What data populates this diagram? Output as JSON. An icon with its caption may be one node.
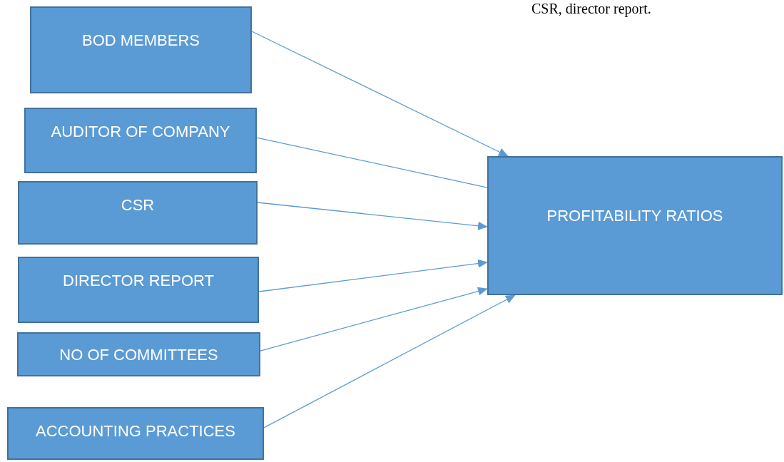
{
  "diagram": {
    "nodes": [
      {
        "text": [
          "BOD MEMBERS"
        ]
      },
      {
        "text": [
          "AUDITOR OF COMPANY"
        ]
      },
      {
        "text": [
          "CSR"
        ]
      },
      {
        "text": [
          "DIRECTOR REPORT"
        ]
      },
      {
        "text": [
          "NO OF COMMITTEES"
        ]
      },
      {
        "text": [
          "ACCOUNTING PRACTICES"
        ]
      },
      {
        "text": [
          "PROFITABILITY RATIOS"
        ]
      }
    ],
    "edges": [
      {
        "from": 0,
        "to": 6,
        "arrow": "to"
      },
      {
        "from": 1,
        "to": 6,
        "arrow": "none"
      },
      {
        "from": 2,
        "to": 6,
        "arrow": "to"
      },
      {
        "from": 3,
        "to": 6,
        "arrow": "to"
      },
      {
        "from": 4,
        "to": 6,
        "arrow": "to"
      },
      {
        "from": 5,
        "to": 6,
        "arrow": "to"
      }
    ],
    "labels": [
      "CSR, director report."
    ]
  }
}
